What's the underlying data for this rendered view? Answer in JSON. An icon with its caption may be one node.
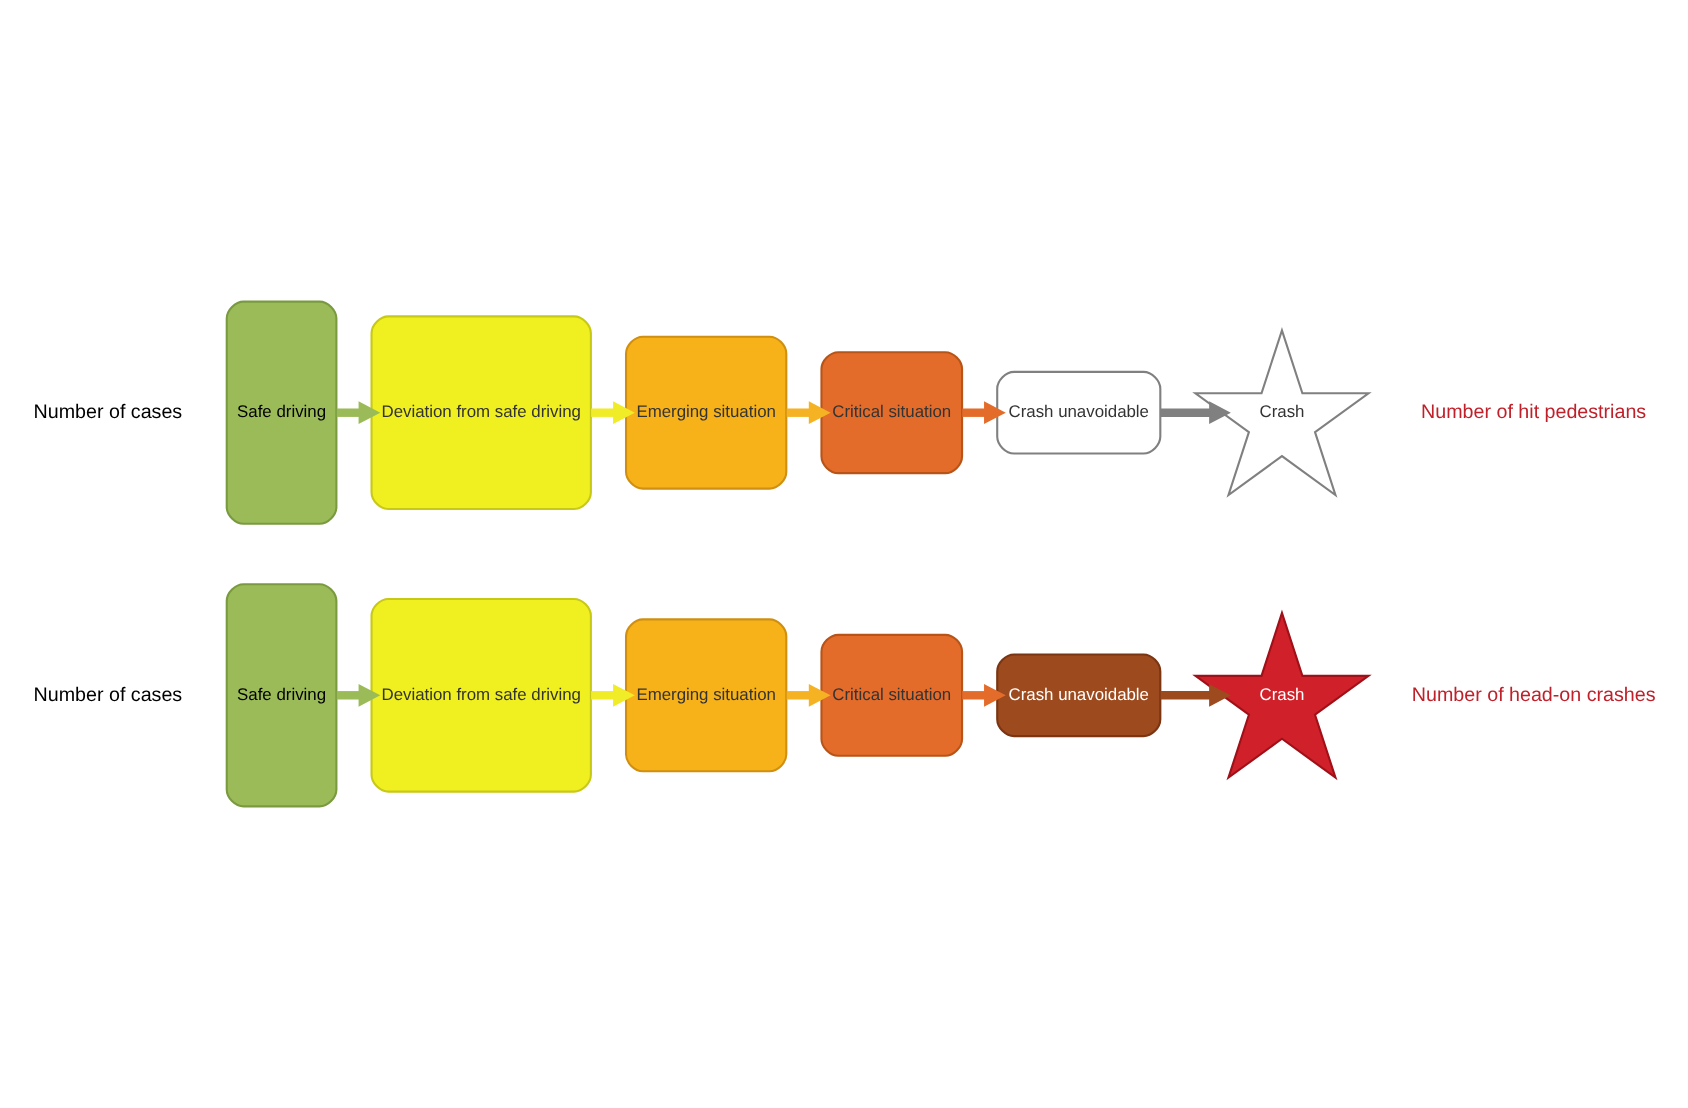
{
  "diagram": {
    "nodes": [
      {
        "text": [
          "Safe driving"
        ]
      },
      {
        "text": [
          "Deviation from safe driving"
        ]
      },
      {
        "text": [
          "Emerging situation"
        ]
      },
      {
        "text": [
          "Critical situation"
        ]
      },
      {
        "text": [
          "Crash unavoidable"
        ]
      },
      {
        "text": [
          "Crash"
        ]
      },
      {
        "text": [
          "Safe driving"
        ]
      },
      {
        "text": [
          "Deviation from safe driving"
        ]
      },
      {
        "text": [
          "Emerging situation"
        ]
      },
      {
        "text": [
          "Critical situation"
        ]
      },
      {
        "text": [
          "Crash unavoidable"
        ]
      },
      {
        "text": [
          "Crash"
        ]
      }
    ],
    "edges": [
      {
        "from": 0,
        "to": 1,
        "arrow": "to",
        "color": "#9bbb59"
      },
      {
        "from": 1,
        "to": 2,
        "arrow": "to",
        "color": "#f0ec28"
      },
      {
        "from": 2,
        "to": 3,
        "arrow": "to",
        "color": "#f5b324"
      },
      {
        "from": 3,
        "to": 4,
        "arrow": "to",
        "color": "#e46c2a"
      },
      {
        "from": 4,
        "to": 5,
        "arrow": "to",
        "color": "#9c4a1e"
      },
      {
        "from": 6,
        "to": 7,
        "arrow": "to",
        "color": "#9bbb59"
      },
      {
        "from": 7,
        "to": 8,
        "arrow": "to",
        "color": "#f0ec28"
      },
      {
        "from": 8,
        "to": 9,
        "arrow": "to",
        "color": "#f5b324"
      },
      {
        "from": 9,
        "to": 10,
        "arrow": "to",
        "color": "#e46c2a"
      },
      {
        "from": 10,
        "to": 11,
        "arrow": "to",
        "color": "#808080"
      }
    ],
    "labels": [
      "Number of cases",
      "Number of head-on crashes",
      "Number of cases",
      "Number of hit pedestrians"
    ]
  }
}
